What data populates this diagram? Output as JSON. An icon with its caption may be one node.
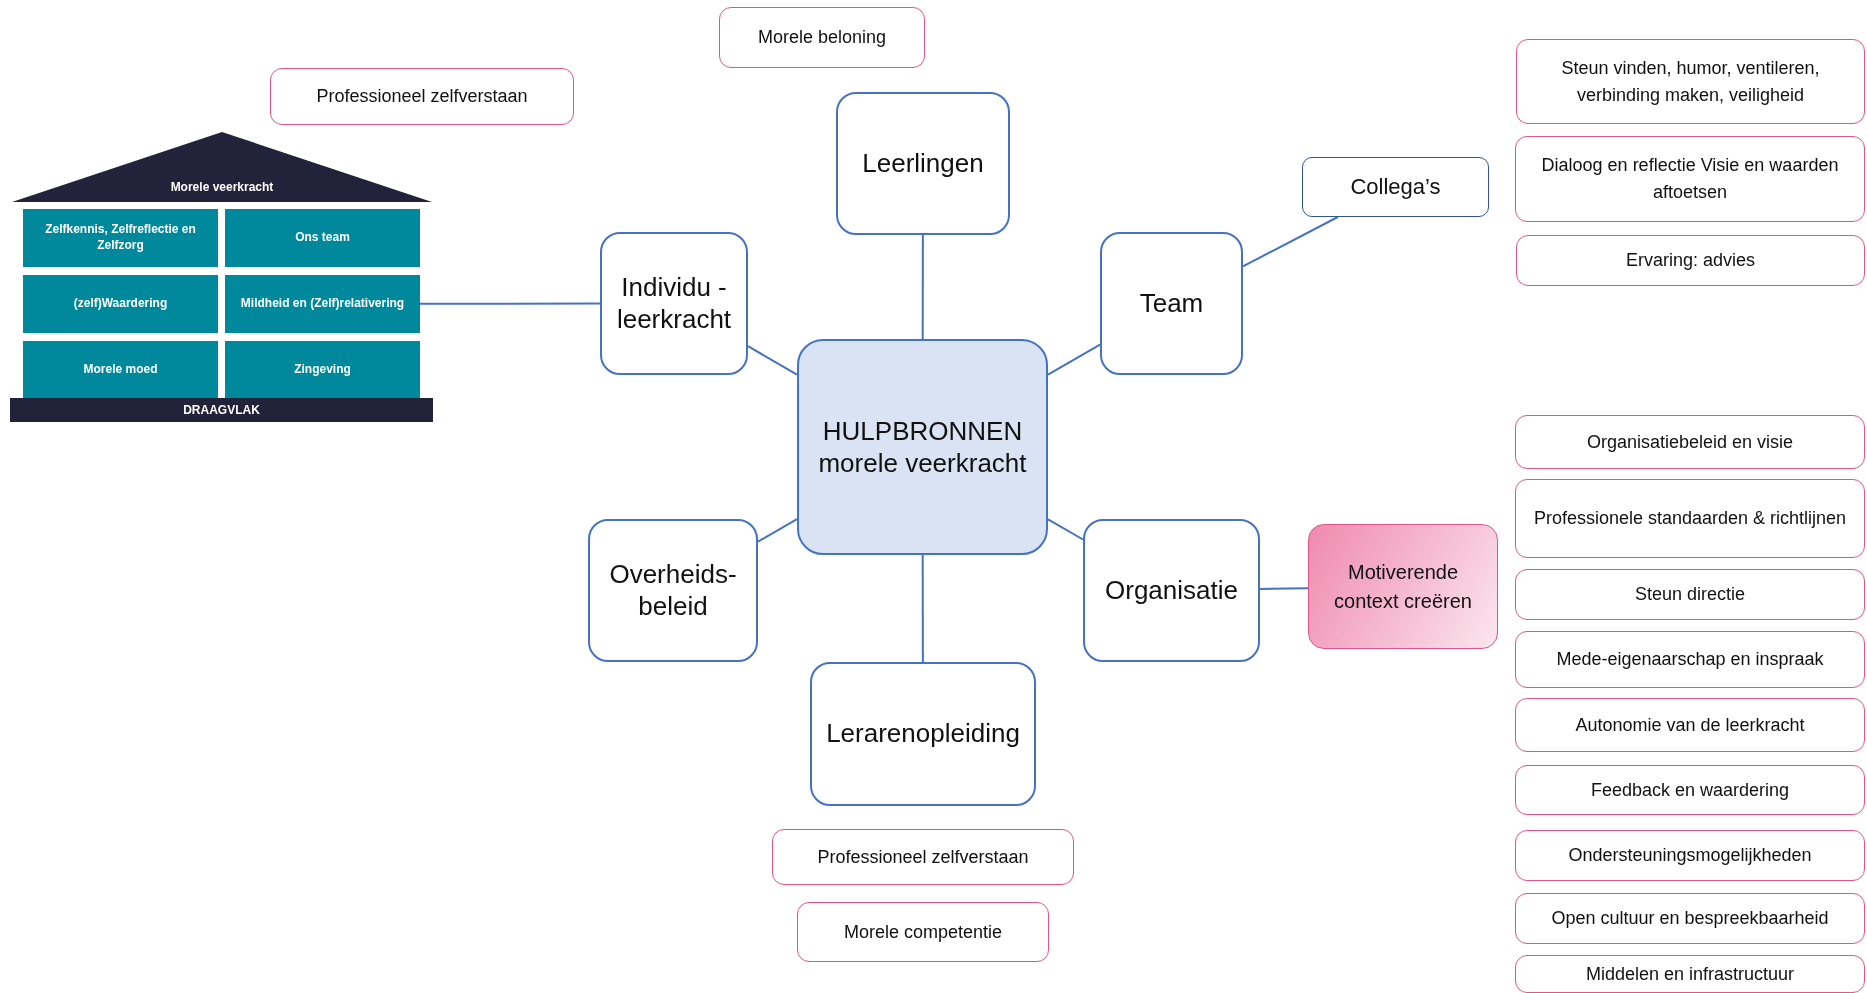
{
  "diagram": {
    "nodes": [
      {
        "text": [
          "Morele beloning"
        ]
      },
      {
        "text": [
          "Professioneel zelfverstaan"
        ]
      },
      {
        "text": [
          "Steun vinden, humor, ventileren, verbinding maken, veiligheid"
        ]
      },
      {
        "text": [
          "Leerlingen"
        ]
      },
      {
        "text": [
          "Collega’s"
        ]
      },
      {
        "text": [
          "Dialoog en reflectie Visie en waarden aftoetsen"
        ]
      },
      {
        "text": [
          "Ervaring: advies"
        ]
      },
      {
        "text": [
          "Morele veerkracht"
        ]
      },
      {
        "text": [
          "Zelfkennis, Zelfreflectie en Zelfzorg"
        ]
      },
      {
        "text": [
          "Ons team"
        ]
      },
      {
        "text": [
          "Individu - leerkracht"
        ]
      },
      {
        "text": [
          "Team"
        ]
      },
      {
        "text": [
          "(zelf)Waardering"
        ]
      },
      {
        "text": [
          "Mildheid en (Zelf)relativering"
        ]
      },
      {
        "text": [
          "Morele moed"
        ]
      },
      {
        "text": [
          "Zingeving"
        ]
      },
      {
        "text": [
          "DRAAGVLAK"
        ]
      },
      {
        "text": [
          "HULPBRONNEN morele veerkracht"
        ]
      },
      {
        "text": [
          "Organisatiebeleid en visie"
        ]
      },
      {
        "text": [
          "Professionele standaarden & richtlijnen"
        ]
      },
      {
        "text": [
          "Steun directie"
        ]
      },
      {
        "text": [
          "Overheids- beleid"
        ]
      },
      {
        "text": [
          "Organisatie"
        ]
      },
      {
        "text": [
          "Motiverende context creëren"
        ]
      },
      {
        "text": [
          "Mede-eigenaarschap en inspraak"
        ]
      },
      {
        "text": [
          "Autonomie van de leerkracht"
        ]
      },
      {
        "text": [
          "Feedback en waardering"
        ]
      },
      {
        "text": [
          "Lerarenopleiding"
        ]
      },
      {
        "text": [
          "Ondersteuningsmogelijkheden"
        ]
      },
      {
        "text": [
          "Professioneel zelfverstaan"
        ]
      },
      {
        "text": [
          "Open cultuur en bespreekbaarheid"
        ]
      },
      {
        "text": [
          "Morele competentie"
        ]
      },
      {
        "text": [
          "Middelen en infrastructuur"
        ]
      }
    ],
    "edges": [
      {
        "from": 17,
        "to": 3,
        "arrow": "none"
      },
      {
        "from": 17,
        "to": 11,
        "arrow": "none"
      },
      {
        "from": 17,
        "to": 22,
        "arrow": "none"
      },
      {
        "from": 17,
        "to": 27,
        "arrow": "none"
      },
      {
        "from": 17,
        "to": 21,
        "arrow": "none"
      },
      {
        "from": 17,
        "to": 10,
        "arrow": "none"
      },
      {
        "from": 11,
        "to": 4,
        "arrow": "none"
      },
      {
        "from": 22,
        "to": 23,
        "arrow": "none"
      },
      {
        "from": 10,
        "to": 13,
        "arrow": "none"
      }
    ]
  }
}
